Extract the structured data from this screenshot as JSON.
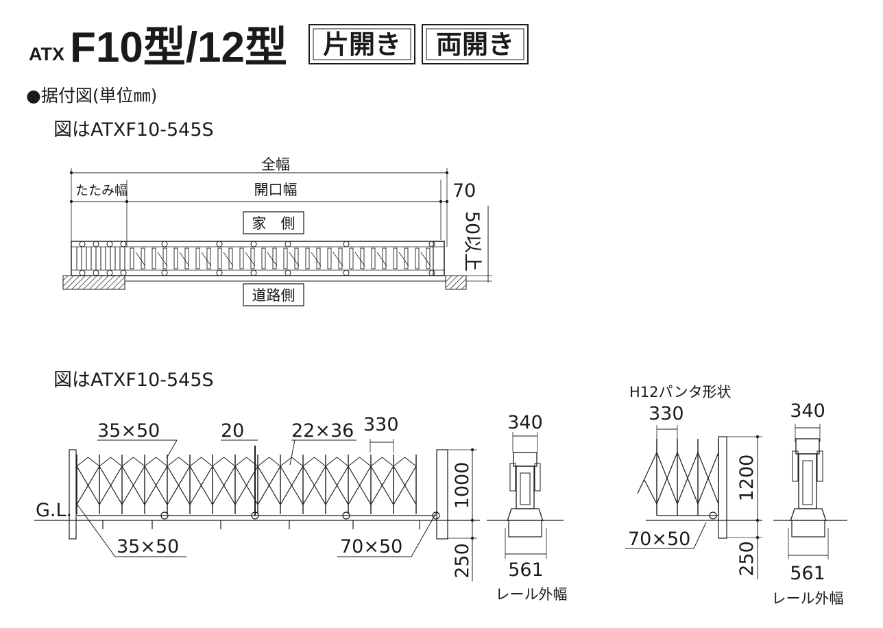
{
  "header": {
    "model_prefix": "ATX",
    "model": "F10型/12型",
    "tags": [
      "片開き",
      "両開き"
    ],
    "section_title": "●据付図(単位㎜)"
  },
  "plan_view": {
    "caption": "図はATXF10-545S",
    "total_width": "全幅",
    "folded_width": "たたみ幅",
    "opening_width": "開口幅",
    "dim_70": "70",
    "house_side": "家　側",
    "road_side": "道路側",
    "dim_side": "50以上"
  },
  "elevation_view": {
    "caption": "図はATXF10-545S",
    "label_35x50_top": "35×50",
    "label_20": "20",
    "label_22x36": "22×36",
    "label_330": "330",
    "label_gl": "G.L.",
    "label_35x50_bottom": "35×50",
    "label_70x50": "70×50",
    "height_1000": "1000",
    "depth_250": "250"
  },
  "section_f10": {
    "top_width": "340",
    "rail_width": "561",
    "rail_label": "レール外幅"
  },
  "h12_view": {
    "title": "H12パンタ形状",
    "label_330": "330",
    "height_1200": "1200",
    "label_70x50": "70×50",
    "depth_250": "250"
  },
  "section_h12": {
    "top_width": "340",
    "rail_width": "561",
    "rail_label": "レール外幅"
  }
}
